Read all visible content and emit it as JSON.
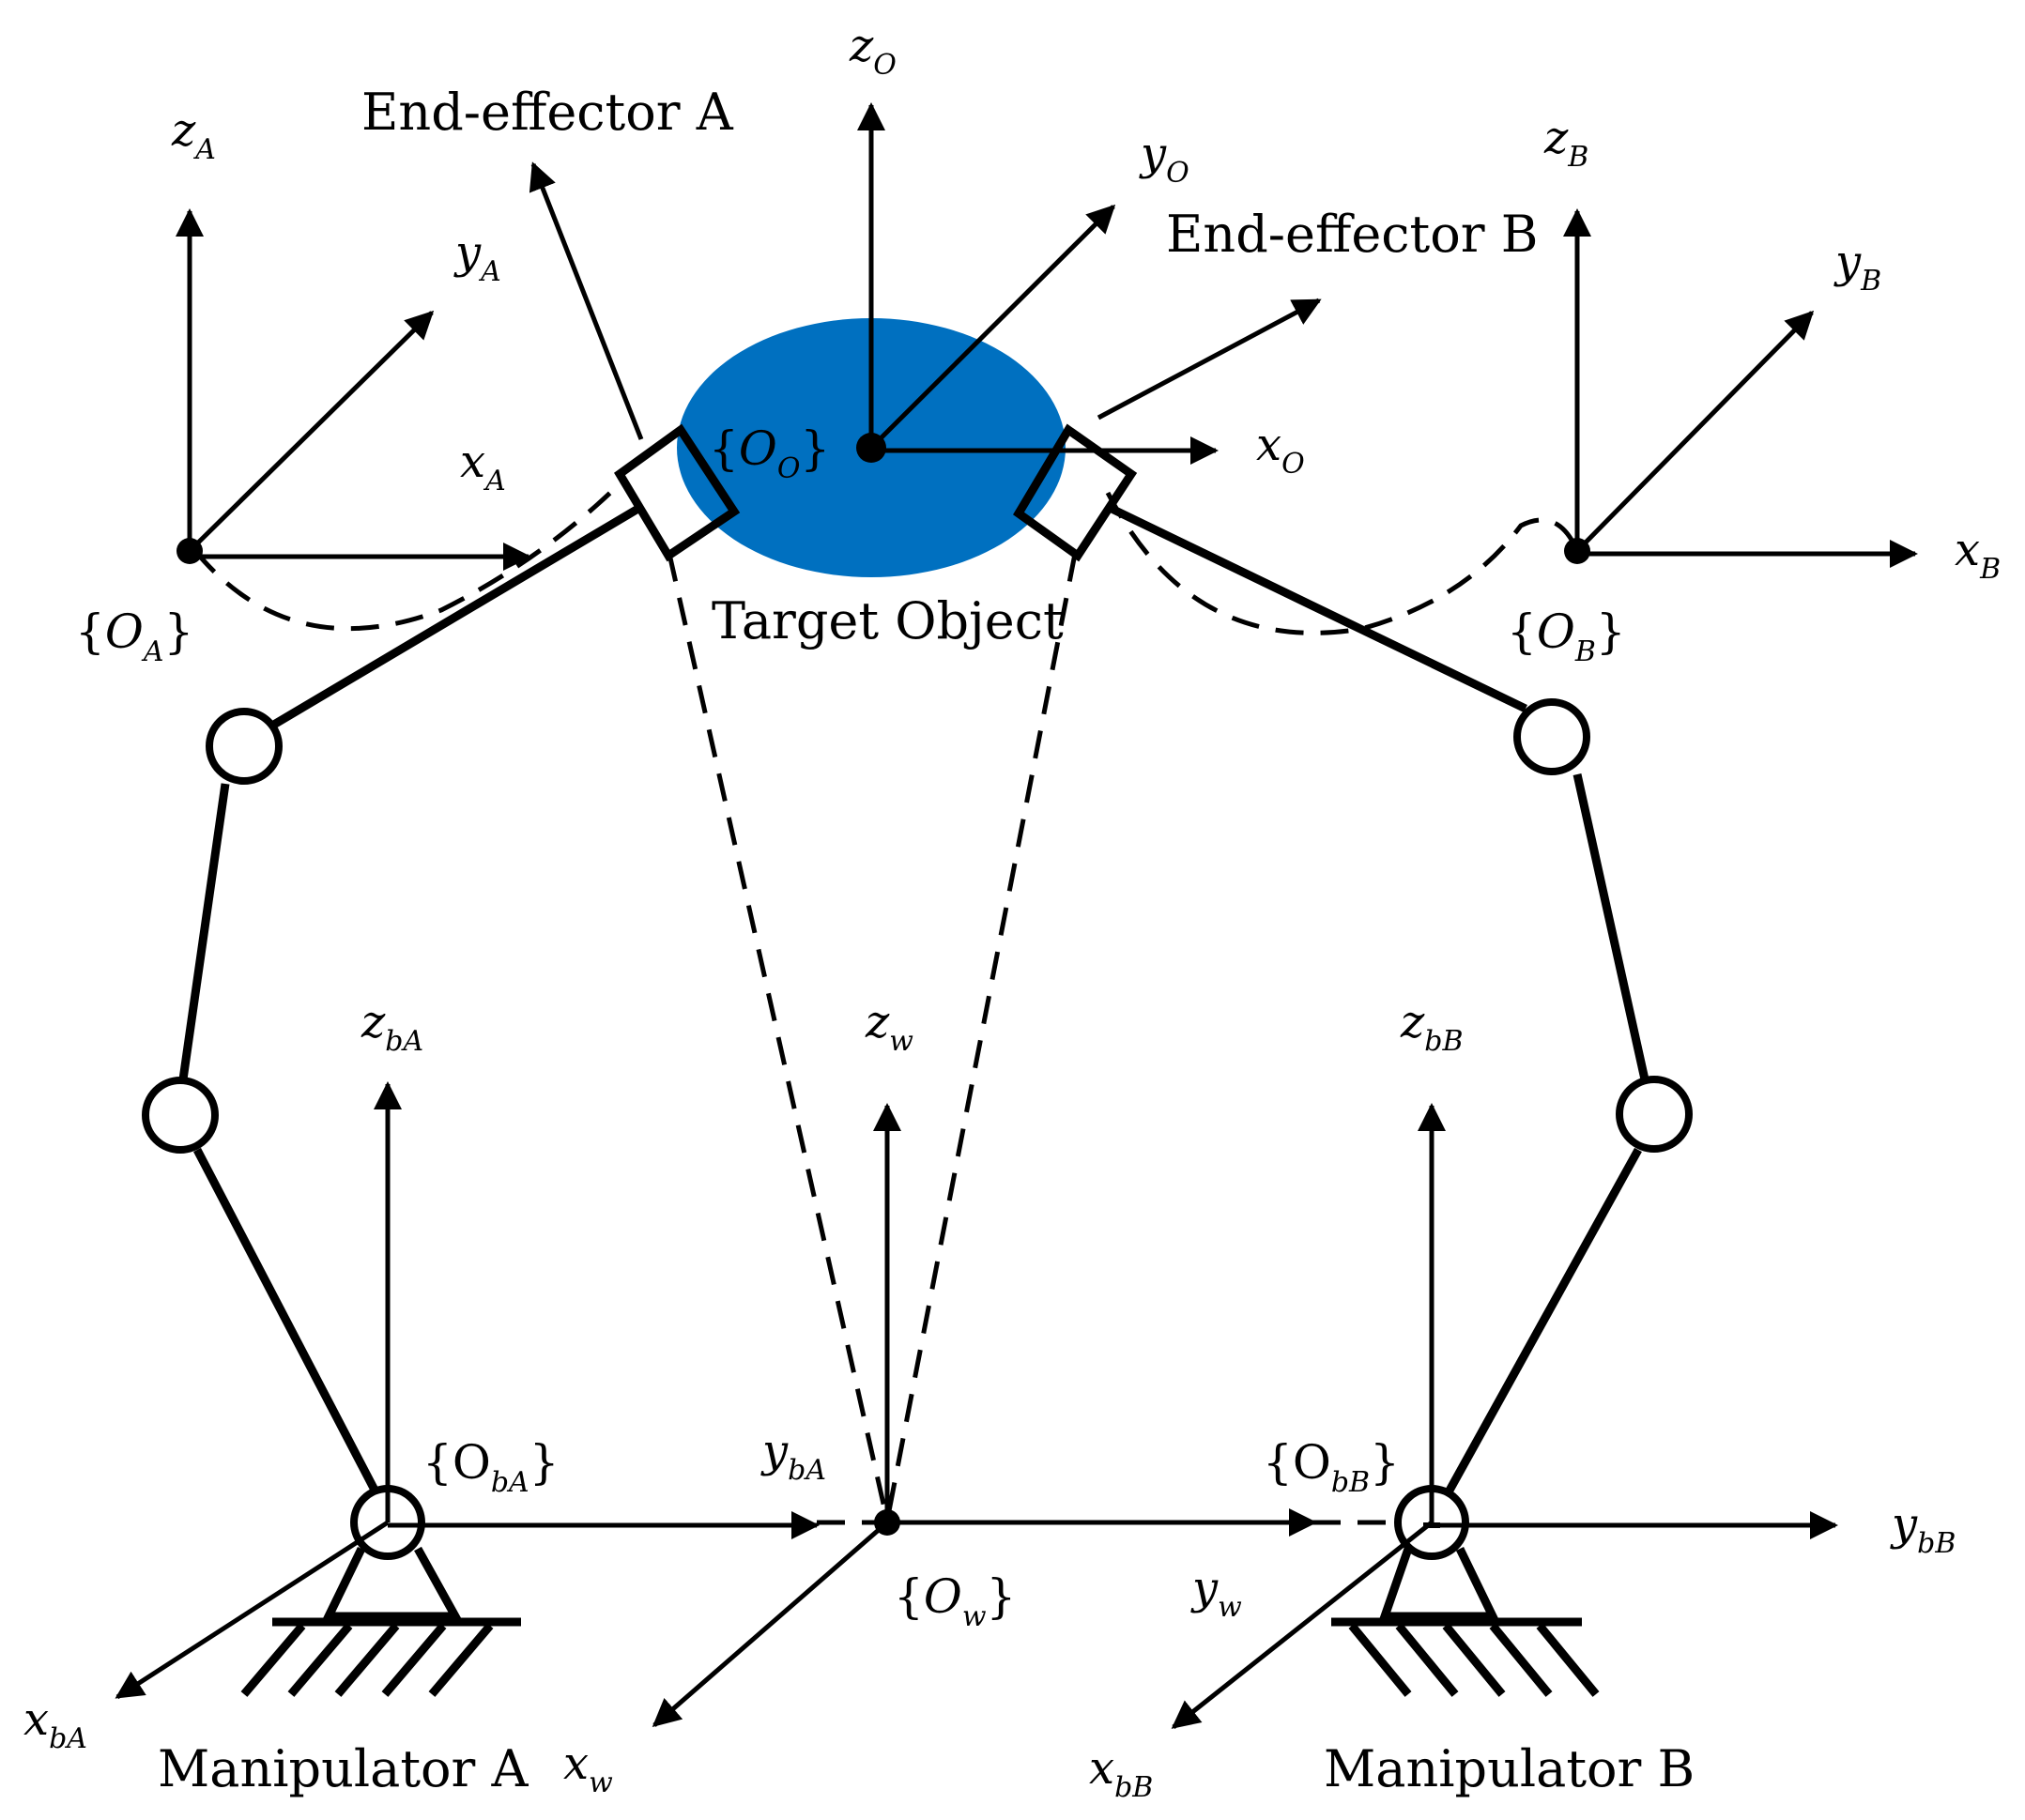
{
  "labels": {
    "end_effector_a": "End-effector A",
    "end_effector_b": "End-effector B",
    "target_object": "Target Object",
    "manipulator_a": "Manipulator A",
    "manipulator_b": "Manipulator B"
  },
  "frames": {
    "OA": {
      "brace_open": "{",
      "base": "O",
      "sub": "A",
      "brace_close": "}"
    },
    "OB": {
      "brace_open": "{",
      "base": "O",
      "sub": "B",
      "brace_close": "}"
    },
    "OO": {
      "brace_open": "{",
      "base": "O",
      "sub": "O",
      "brace_close": "}"
    },
    "ObA": {
      "brace_open": "{",
      "base": "O",
      "sub": "bA",
      "brace_close": "}"
    },
    "ObB": {
      "brace_open": "{",
      "base": "O",
      "sub": "bB",
      "brace_close": "}"
    },
    "Ow": {
      "brace_open": "{",
      "base": "O",
      "sub": "w",
      "brace_close": "}"
    }
  },
  "axes": {
    "zA": {
      "base": "z",
      "sub": "A"
    },
    "yA": {
      "base": "y",
      "sub": "A"
    },
    "xA": {
      "base": "x",
      "sub": "A"
    },
    "zO": {
      "base": "z",
      "sub": "O"
    },
    "yO": {
      "base": "y",
      "sub": "O"
    },
    "xO": {
      "base": "x",
      "sub": "O"
    },
    "zB": {
      "base": "z",
      "sub": "B"
    },
    "yB": {
      "base": "y",
      "sub": "B"
    },
    "xB": {
      "base": "x",
      "sub": "B"
    },
    "zbA": {
      "base": "z",
      "sub": "bA"
    },
    "ybA": {
      "base": "y",
      "sub": "bA"
    },
    "xbA": {
      "base": "x",
      "sub": "bA"
    },
    "zw": {
      "base": "z",
      "sub": "w"
    },
    "yw": {
      "base": "y",
      "sub": "w"
    },
    "xw": {
      "base": "x",
      "sub": "w"
    },
    "zbB": {
      "base": "z",
      "sub": "bB"
    },
    "ybB": {
      "base": "y",
      "sub": "bB"
    },
    "xbB": {
      "base": "x",
      "sub": "bB"
    }
  },
  "colors": {
    "target_object_fill": "#0070c0",
    "line": "#000000"
  }
}
